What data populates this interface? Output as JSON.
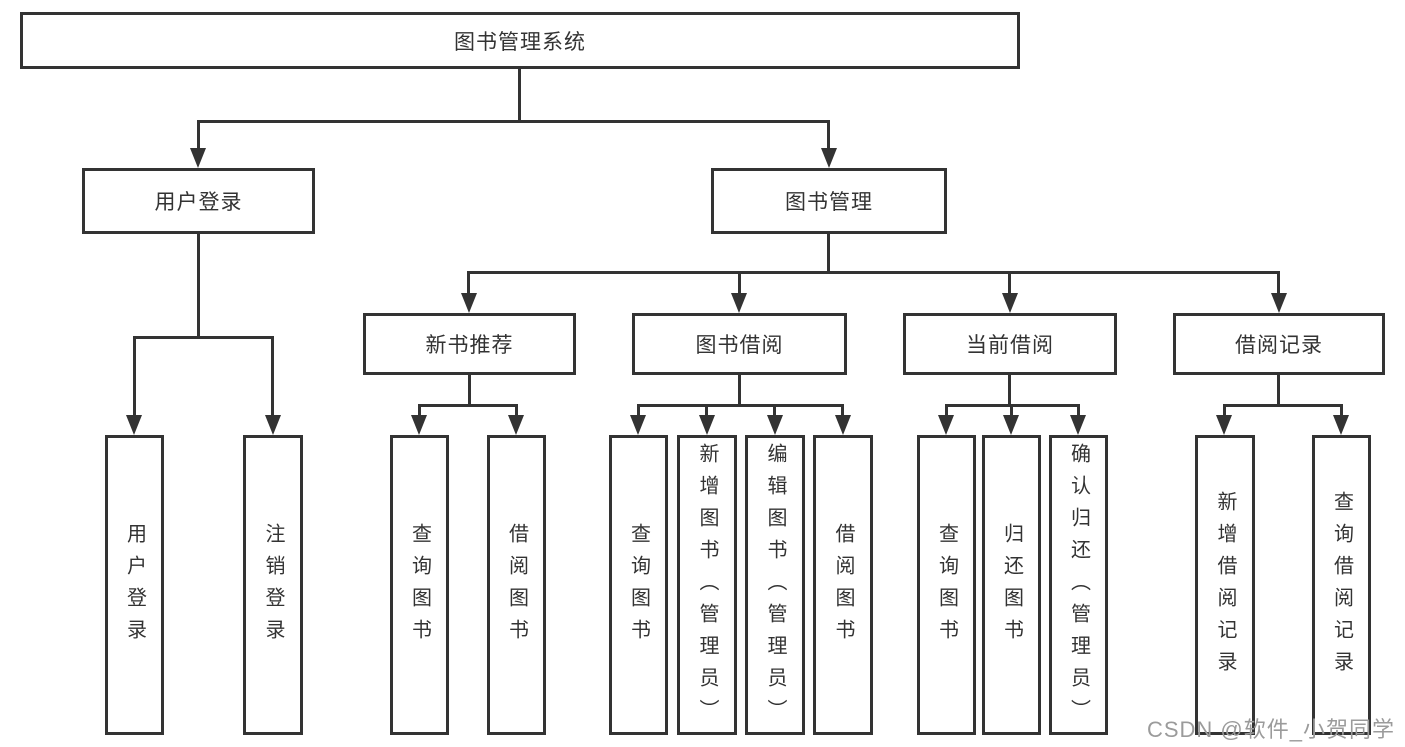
{
  "tree": {
    "root": {
      "label": "图书管理系统"
    },
    "branches": [
      {
        "label": "用户登录",
        "children": [
          {
            "label": "用户登录"
          },
          {
            "label": "注销登录"
          }
        ]
      },
      {
        "label": "图书管理",
        "children": [
          {
            "label": "新书推荐",
            "children": [
              {
                "label": "查询图书"
              },
              {
                "label": "借阅图书"
              }
            ]
          },
          {
            "label": "图书借阅",
            "children": [
              {
                "label": "查询图书"
              },
              {
                "label": "新增图书（管理员）"
              },
              {
                "label": "编辑图书（管理员）"
              },
              {
                "label": "借阅图书"
              }
            ]
          },
          {
            "label": "当前借阅",
            "children": [
              {
                "label": "查询图书"
              },
              {
                "label": "归还图书"
              },
              {
                "label": "确认归还（管理员）"
              }
            ]
          },
          {
            "label": "借阅记录",
            "children": [
              {
                "label": "新增借阅记录"
              },
              {
                "label": "查询借阅记录"
              }
            ]
          }
        ]
      }
    ]
  },
  "watermark": "CSDN @软件_小贺同学",
  "colors": {
    "line": "#333333",
    "text": "#333333",
    "box_background": "#ffffff",
    "page_background": "#ffffff",
    "watermark": "#9b9b9b"
  }
}
